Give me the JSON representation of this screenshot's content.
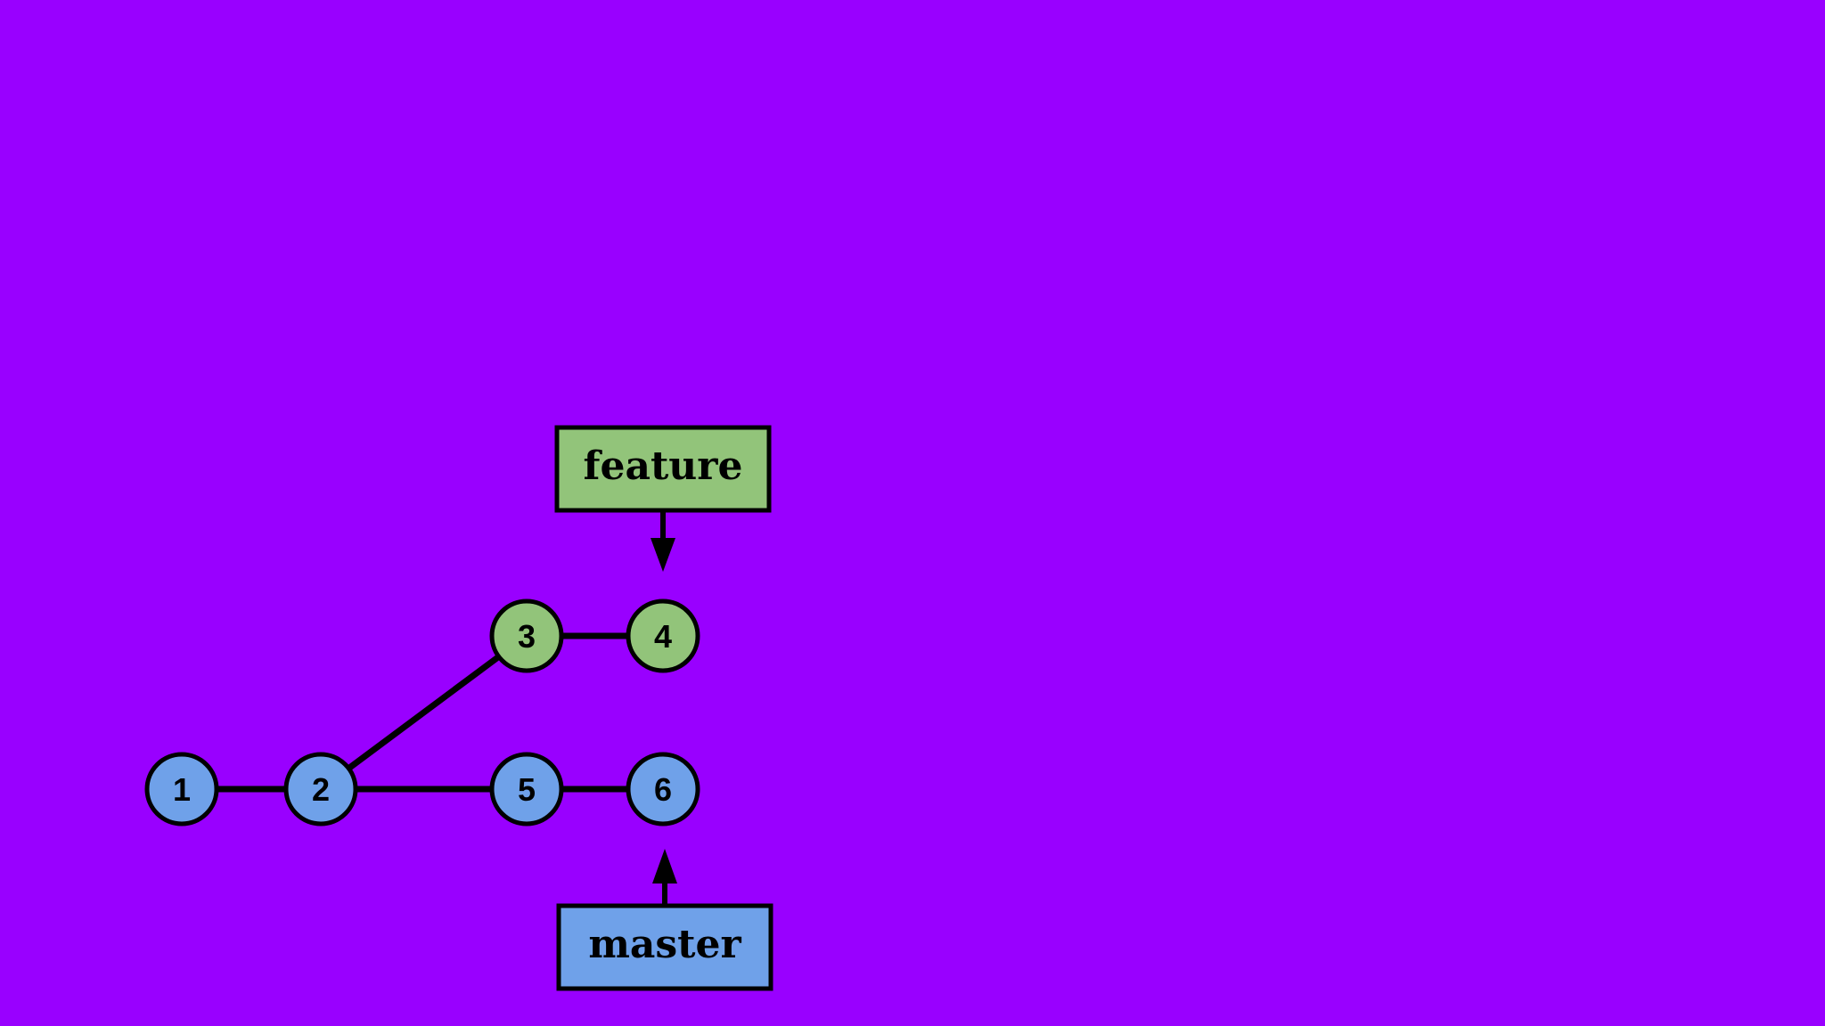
{
  "colors": {
    "background": "#9900ff",
    "master_fill": "#6fa1e9",
    "feature_fill": "#92c47a",
    "stroke": "#000000"
  },
  "commits": [
    {
      "id": "c1",
      "label": "1",
      "branch": "master"
    },
    {
      "id": "c2",
      "label": "2",
      "branch": "master"
    },
    {
      "id": "c3",
      "label": "3",
      "branch": "feature"
    },
    {
      "id": "c4",
      "label": "4",
      "branch": "feature"
    },
    {
      "id": "c5",
      "label": "5",
      "branch": "master"
    },
    {
      "id": "c6",
      "label": "6",
      "branch": "master"
    }
  ],
  "edges": [
    {
      "from": "c1",
      "to": "c2"
    },
    {
      "from": "c2",
      "to": "c3"
    },
    {
      "from": "c3",
      "to": "c4"
    },
    {
      "from": "c2",
      "to": "c5"
    },
    {
      "from": "c5",
      "to": "c6"
    }
  ],
  "branches": {
    "feature": {
      "label": "feature",
      "points_to": "c4"
    },
    "master": {
      "label": "master",
      "points_to": "c6"
    }
  }
}
